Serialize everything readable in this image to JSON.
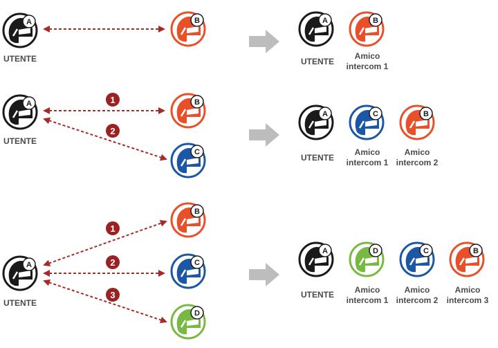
{
  "colors": {
    "user_black": "#1a1a1a",
    "orange": "#e8502a",
    "blue": "#1c57a5",
    "green": "#78b943",
    "arrow_red": "#a62a28",
    "number_red": "#9b2222",
    "gray_arrow": "#bdbdbd",
    "label": "#4a4a4a"
  },
  "badges": {
    "a": "A",
    "b": "B",
    "c": "C",
    "d": "D"
  },
  "numbers": {
    "one": "1",
    "two": "2",
    "three": "3"
  },
  "labels": {
    "user": "UTENTE",
    "friend": "Amico",
    "intercom_1": "intercom 1",
    "intercom_2": "intercom 2",
    "intercom_3": "intercom 3"
  }
}
